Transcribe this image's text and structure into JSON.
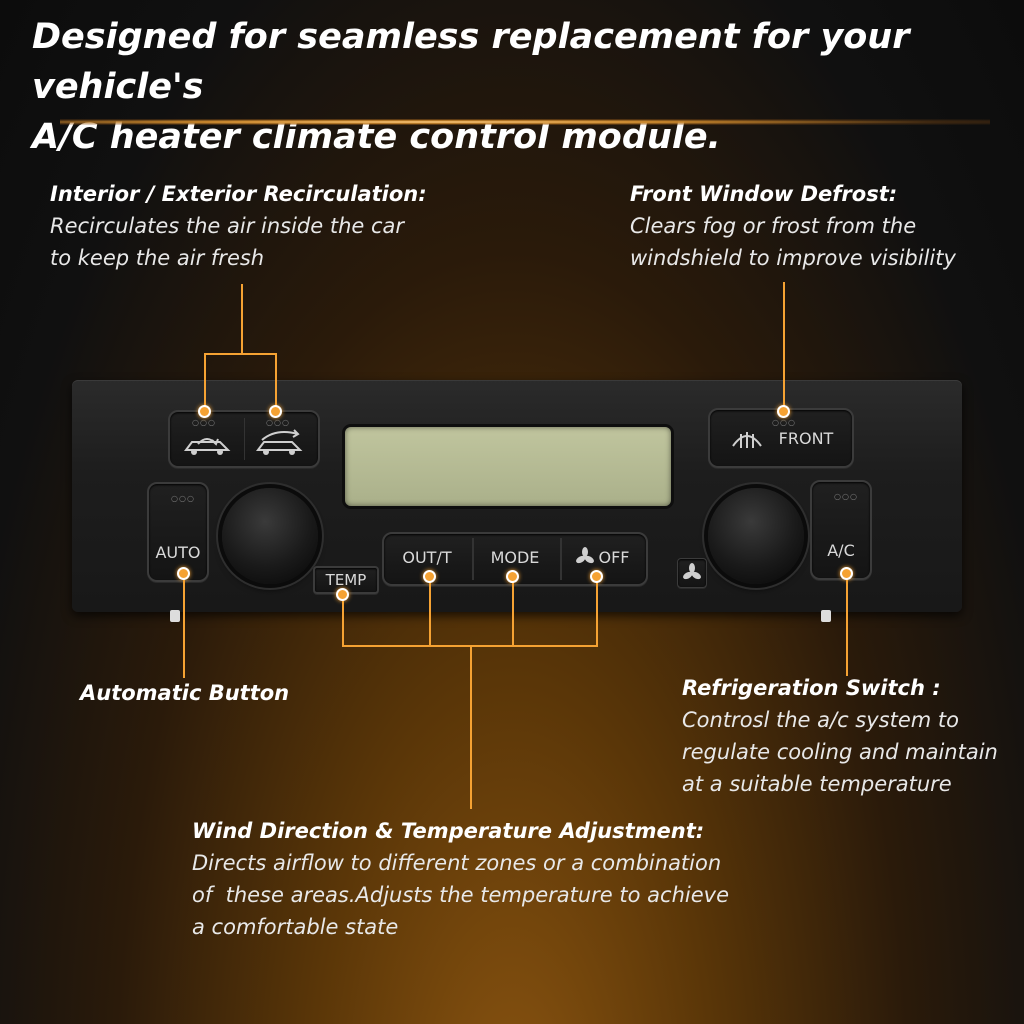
{
  "headline": {
    "line1": "Designed for seamless replacement for your vehicle's",
    "line2": "A/C heater climate control module."
  },
  "callouts": {
    "recirc": {
      "title": "Interior / Exterior Recirculation:",
      "body": "Recirculates the air inside the car\nto keep the air fresh"
    },
    "defrost": {
      "title": "Front Window Defrost:",
      "body": "Clears fog or frost from the\nwindshield to improve visibility"
    },
    "auto": {
      "title": "Automatic Button"
    },
    "refrig": {
      "title": "Refrigeration Switch :",
      "body": "Controsl the a/c system to\nregulate cooling and maintain\nat a suitable temperature"
    },
    "wind": {
      "title": "Wind Direction  & Temperature Adjustment:",
      "body": "Directs airflow to different zones or a combination\nof  these areas.Adjusts the temperature to achieve\na comfortable state"
    }
  },
  "panel": {
    "front_label": "FRONT",
    "auto_label": "AUTO",
    "ac_label": "A/C",
    "temp_label": "TEMP",
    "out_label": "OUT/T",
    "mode_label": "MODE",
    "off_label": "OFF",
    "indicator_dots": "○○○"
  },
  "colors": {
    "accent": "#f5a233",
    "lcd": "#b6bb93"
  },
  "icons": [
    "recirc-inside-icon",
    "fresh-air-icon",
    "rear-defrost-icon",
    "fan-icon"
  ]
}
